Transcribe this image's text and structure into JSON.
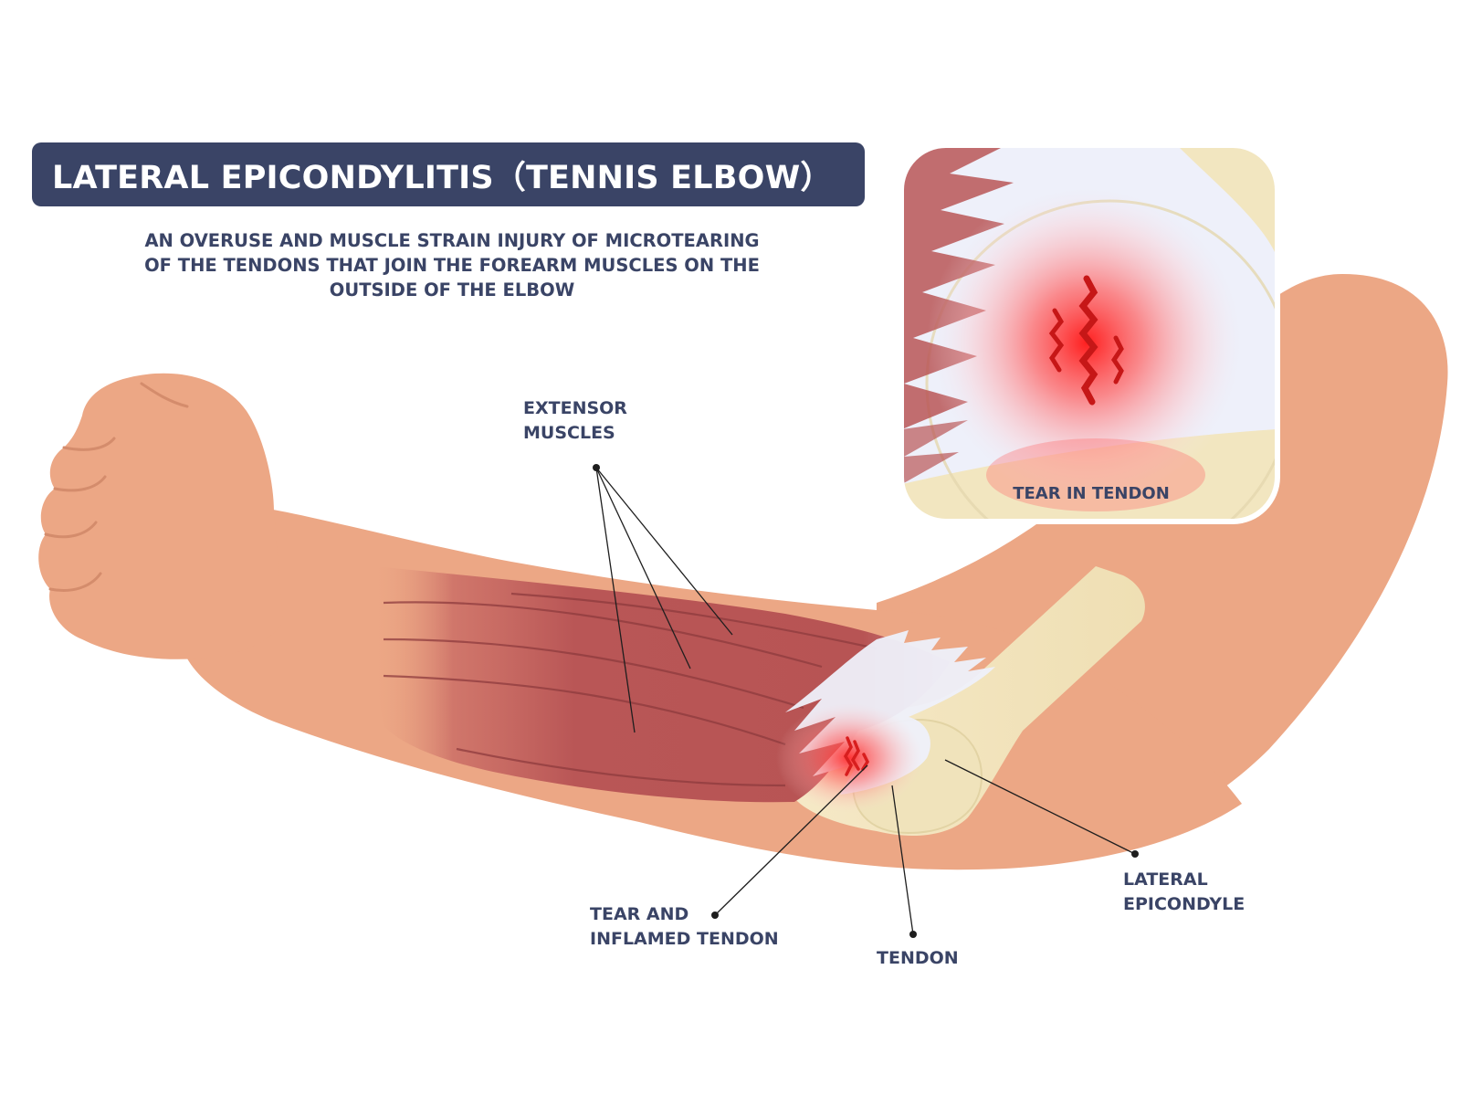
{
  "header": {
    "title": "LATERAL EPICONDYLITIS（TENNIS ELBOW）",
    "subtitle_lines": [
      "AN OVERUSE AND MUSCLE STRAIN INJURY OF MICROTEARING",
      "OF THE TENDONS THAT JOIN THE FOREARM MUSCLES ON THE",
      "OUTSIDE OF THE ELBOW"
    ]
  },
  "labels": {
    "extensor_muscles": [
      "EXTENSOR",
      "MUSCLES"
    ],
    "tear_inflamed_tendon": [
      "TEAR AND",
      "INFLAMED TENDON"
    ],
    "tendon": [
      "TENDON"
    ],
    "lateral_epicondyle": [
      "LATERAL",
      "EPICONDYLE"
    ]
  },
  "inset": {
    "caption": "TEAR IN TENDON"
  },
  "colors": {
    "skin": "#eca785",
    "skin_shadow": "#dd9372",
    "muscle": "#b95656",
    "muscle_dark": "#8d3b3d",
    "bone": "#f2e6c0",
    "tendon": "#eef0fa",
    "inflammation": "#ff3a3a",
    "label_navy": "#3a4466"
  }
}
